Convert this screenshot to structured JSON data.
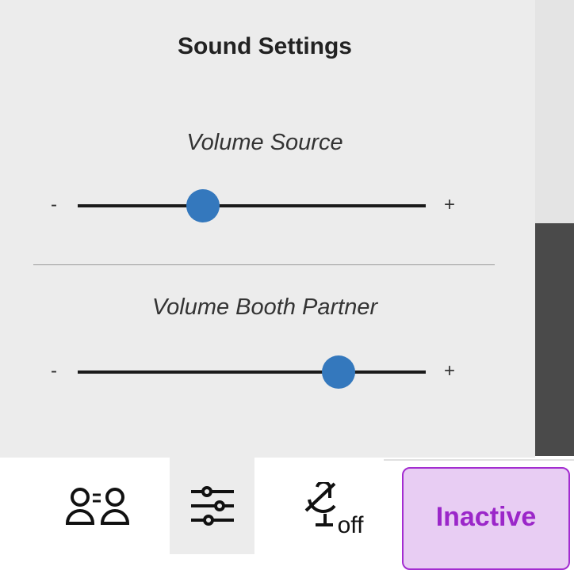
{
  "title": "Sound Settings",
  "sliders": [
    {
      "label": "Volume Source",
      "minus": "-",
      "plus": "+",
      "value": 0.36
    },
    {
      "label": "Volume Booth Partner",
      "minus": "-",
      "plus": "+",
      "value": 0.75
    }
  ],
  "toolbar": {
    "mic_off_label": "off",
    "status_label": "Inactive"
  },
  "colors": {
    "accent": "#3478bd",
    "status_bg": "#e8cdf3",
    "status_fg": "#9b27c9"
  }
}
